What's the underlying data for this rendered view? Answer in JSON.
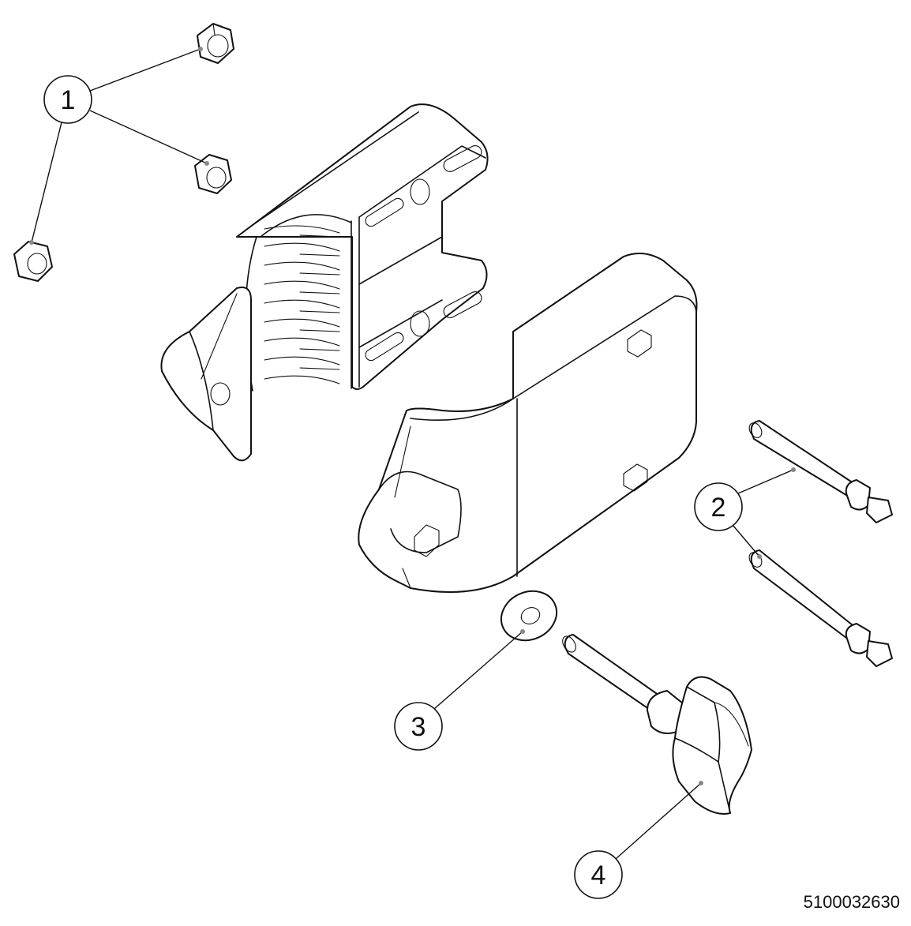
{
  "callouts": [
    {
      "id": "1",
      "label": "1",
      "part": "hex-nut",
      "quantity_shown": 3
    },
    {
      "id": "2",
      "label": "2",
      "part": "pin",
      "quantity_shown": 2
    },
    {
      "id": "3",
      "label": "3",
      "part": "washer",
      "quantity_shown": 1
    },
    {
      "id": "4",
      "label": "4",
      "part": "wing-knob-bolt",
      "quantity_shown": 1
    }
  ],
  "drawing_number": "5100032630"
}
